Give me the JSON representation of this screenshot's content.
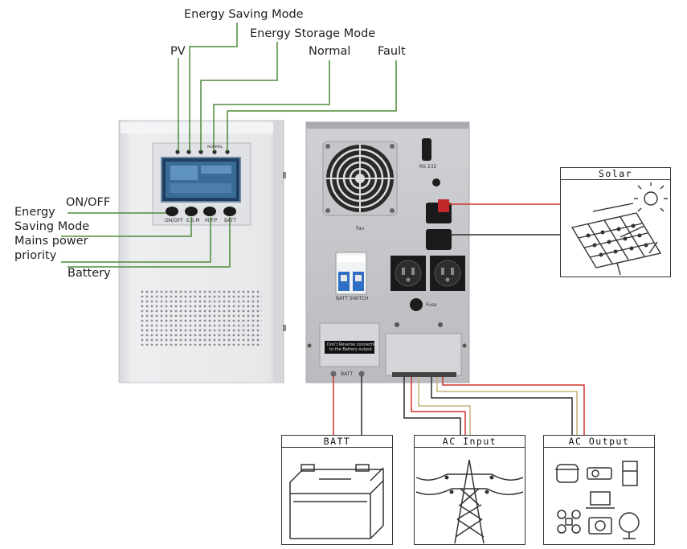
{
  "indicator_labels": {
    "energy_saving_mode": "Energy Saving Mode",
    "pv": "PV",
    "energy_storage_mode": "Energy Storage Mode",
    "normal": "Normal",
    "fault": "Fault"
  },
  "button_labels": {
    "on_off": "ON/OFF",
    "energy_saving_mode_line1": "Energy",
    "energy_saving_mode_line2": "Saving Mode",
    "mains_priority_line1": "Mains power",
    "mains_priority_line2": "priority",
    "battery": "Battery"
  },
  "front_panel_marks": {
    "on_off": "ON/OFF",
    "esm": "E.S.M",
    "mpp": "M.P.P",
    "batt": "BATT",
    "normal": "NORMAL"
  },
  "rear_panel_marks": {
    "rs232": "RS 232",
    "fan": "Fan",
    "batt_switch": "BATT SWITCH",
    "fuse": "Fuse",
    "warning_line1": "Don't Reverse connection",
    "warning_line2": "to the Battery output",
    "batt_terminal": "BATT"
  },
  "connection_boxes": {
    "solar": "Solar",
    "batt": "BATT",
    "ac_input": "AC Input",
    "ac_output": "AC Output"
  },
  "colors": {
    "indicator_line": "#4e8a3a",
    "positive_wire": "#d0322d",
    "negative_wire": "#2b2b2b",
    "neutral_wire": "#c9b27a",
    "cabinet": "#e7e8ea",
    "lcd": "#2f5c86"
  }
}
